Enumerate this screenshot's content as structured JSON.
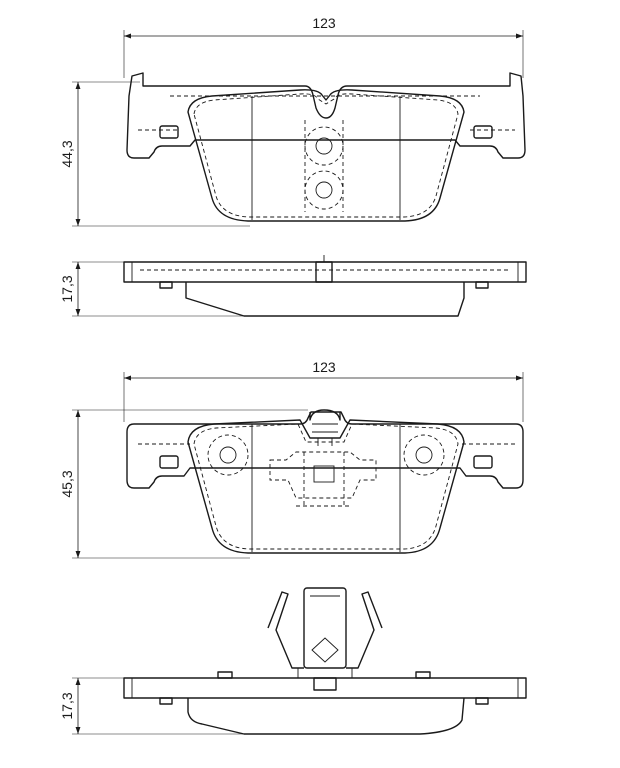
{
  "dimensions": {
    "pad1_width": "123",
    "pad1_height": "44,3",
    "pad1_side_thickness": "17,3",
    "pad2_width": "123",
    "pad2_height": "45,3",
    "pad2_side_thickness": "17,3"
  },
  "colors": {
    "line": "#1a1a1a",
    "background": "#ffffff"
  }
}
